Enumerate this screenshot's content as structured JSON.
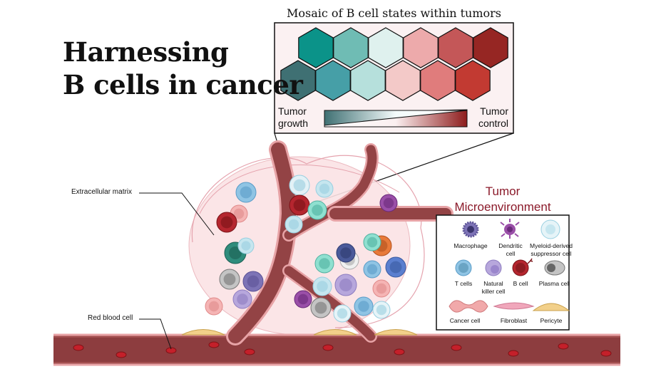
{
  "title": {
    "line1": "Harnessing",
    "line2": "B cells in cancer"
  },
  "mosaic": {
    "title": "Mosaic of B cell states within tumors",
    "left_label": {
      "line1": "Tumor",
      "line2": "growth"
    },
    "right_label": {
      "line1": "Tumor",
      "line2": "control"
    },
    "top_row_colors": [
      "#0b9389",
      "#6fbcb4",
      "#dff1ee",
      "#edaaab",
      "#c45758",
      "#962623"
    ],
    "bottom_row_colors": [
      "#3f7073",
      "#469fa7",
      "#b6e0dc",
      "#f3c9c8",
      "#e07c7c",
      "#c23a32"
    ]
  },
  "annotations": {
    "ecm": "Extracellular matrix",
    "rbc": "Red blood cell"
  },
  "legend": {
    "title": {
      "line1": "Tumor",
      "line2": "Microenvironment"
    },
    "items": [
      {
        "label": "Macrophage",
        "icon": "macrophage-icon"
      },
      {
        "label": "Dendritic cell",
        "icon": "dendritic-cell-icon"
      },
      {
        "label": "Myeloid-derived suppressor cell",
        "icon": "mdsc-icon"
      },
      {
        "label": "T cells",
        "icon": "t-cell-icon"
      },
      {
        "label": "Natural killer cell",
        "icon": "nk-cell-icon"
      },
      {
        "label": "B cell",
        "icon": "b-cell-icon"
      },
      {
        "label": "Plasma cell",
        "icon": "plasma-cell-icon"
      },
      {
        "label": "Cancer cell",
        "icon": "cancer-cell-icon"
      },
      {
        "label": "Fibroblast",
        "icon": "fibroblast-icon"
      },
      {
        "label": "Pericyte",
        "icon": "pericyte-icon"
      }
    ]
  }
}
